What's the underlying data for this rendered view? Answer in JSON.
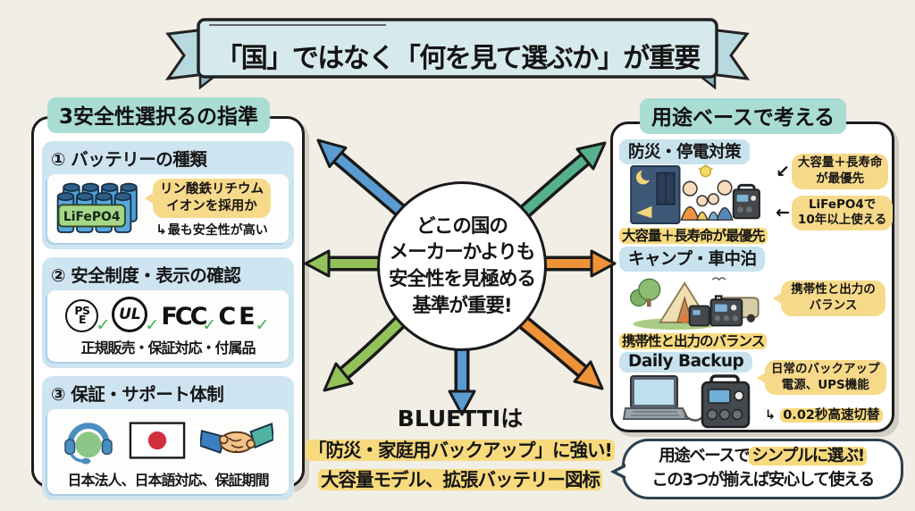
{
  "banner": {
    "title": "「国」ではなく「何を見て選ぶか」が重要"
  },
  "left_panel": {
    "title": "3安全性選択るの指準",
    "section1": {
      "heading": "① バッテリーの種類",
      "battery_label": "LiFePO4",
      "bubble_line1": "リン酸鉄リチウム",
      "bubble_line2": "イオンを採用か",
      "note": "最も安全性が高い"
    },
    "section2": {
      "heading": "② 安全制度・表示の確認",
      "marks": {
        "pse_top": "PS",
        "pse_bottom": "E",
        "ul": "UL",
        "fcc": "FCC",
        "ce": "CE"
      },
      "caption": "正規販売・保証対応・付属品"
    },
    "section3": {
      "heading": "③ 保証・サポート体制",
      "caption": "日本法人、日本語対応、保証期間"
    }
  },
  "center": {
    "line1": "どこの国の",
    "line2": "メーカーかよりも",
    "line3": "安全性を見極める",
    "line4": "基準が重要!",
    "bluetti_line1": "BLUETTIは",
    "bluetti_line2": "「防災・家庭用バックアップ」に強い!",
    "bluetti_line3": "大容量モデル、拡張バッテリー図标"
  },
  "right_panel": {
    "title": "用途ベースで考える",
    "section1": {
      "heading": "防災・停電対策",
      "caption": "大容量＋長寿命が最優先",
      "bubble1_line1": "大容量＋長寿命",
      "bubble1_line2": "が最優先",
      "bubble2_line1": "LiFePO4で",
      "bubble2_line2": "10年以上使える"
    },
    "section2": {
      "heading": "キャンプ・車中泊",
      "caption": "携帯性と出力のバランス",
      "bubble_line1": "携帯性と出力の",
      "bubble_line2": "バランス"
    },
    "section3": {
      "heading": "Daily Backup",
      "bubble_line1": "日常のバックアップ",
      "bubble_line2": "電源、UPS機能",
      "note": "0.02秒高速切替"
    }
  },
  "speech_bubble": {
    "prefix": "用途ベースで",
    "highlight": "シンプルに選ぶ!",
    "line2": "この3つが揃えば安心して使える"
  },
  "icons": {
    "check": "✓",
    "note_arrow": "↳",
    "arrow_down_left": "↙",
    "arrow_left": "←"
  },
  "colors": {
    "background": "#f1eee6",
    "banner_fill": "#d6e9ed",
    "label_mint": "#a9dcd2",
    "section_blue": "#cfe4f1",
    "pill_blue": "#c8e2ee",
    "bubble_yellow": "#f7d98a",
    "arrow_blue": "#5a9bd0",
    "arrow_teal": "#55b08e",
    "arrow_green": "#93c25b",
    "arrow_orange": "#ef9339",
    "check_green": "#3faf5a",
    "flag_red": "#cf3040"
  }
}
